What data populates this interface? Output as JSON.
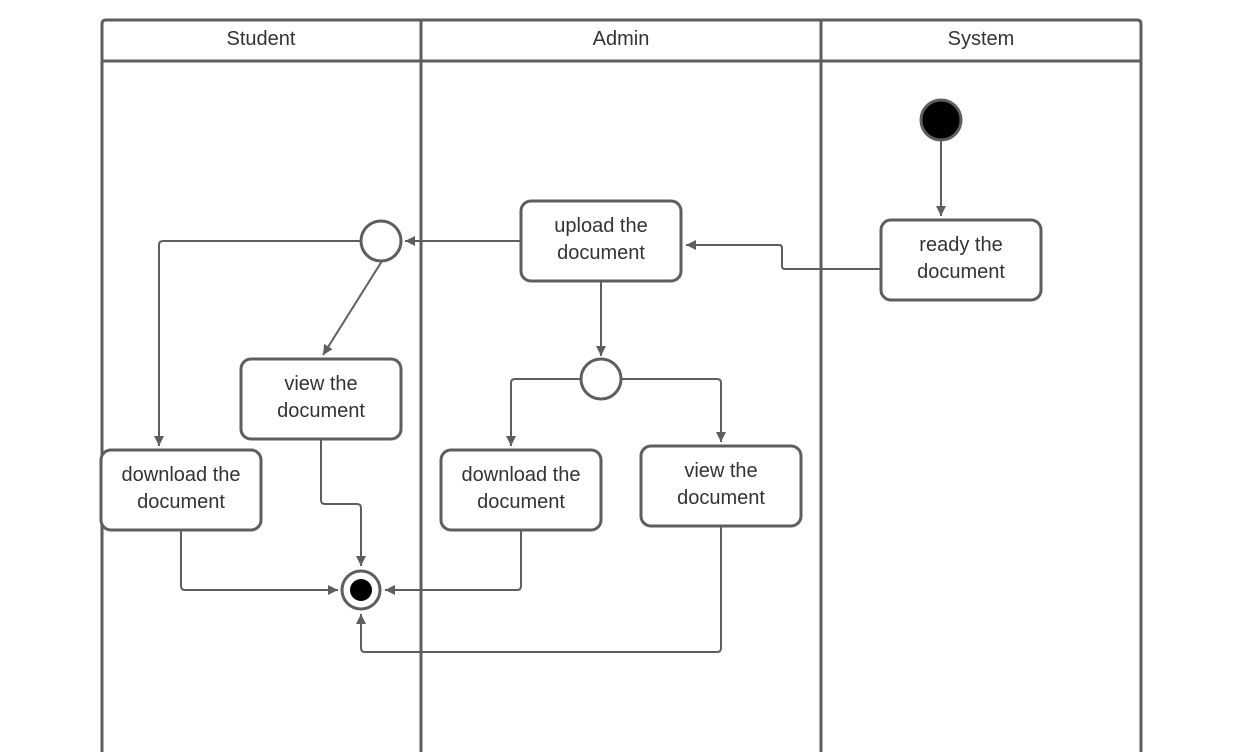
{
  "colors": {
    "line": "#5e5e5e",
    "text": "#333333",
    "background": "#ffffff",
    "node_fill": "#ffffff",
    "initial_node": "#000000"
  },
  "swimlanes": {
    "student": "Student",
    "admin": "Admin",
    "system": "System"
  },
  "actions": {
    "ready_line1": "ready the",
    "ready_line2": "document",
    "upload_line1": "upload the",
    "upload_line2": "document",
    "student_view_line1": "view the",
    "student_view_line2": "document",
    "student_download_line1": "download the",
    "student_download_line2": "document",
    "admin_download_line1": "download the",
    "admin_download_line2": "document",
    "admin_view_line1": "view the",
    "admin_view_line2": "document"
  }
}
